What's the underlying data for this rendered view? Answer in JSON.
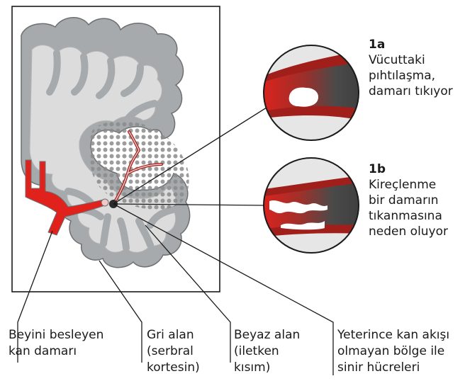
{
  "callouts": [
    {
      "num": "1a",
      "text": "Vücuttaki\npıhtılaşma,\ndamarı tıkıyor"
    },
    {
      "num": "1b",
      "text": "Kireçlenme\nbir damarın\ntıkanmasına\nneden oluyor"
    }
  ],
  "labels": [
    {
      "text": "Beyini besleyen\nkan damarı"
    },
    {
      "text": "Gri alan\n(serbral\nkortesin)"
    },
    {
      "text": "Beyaz alan\n(iletken\nkısım)"
    },
    {
      "text": "Yeterince kan akışı\nolmayan bölge ile\nsinir hücreleri"
    }
  ],
  "colors": {
    "gray_matter": "#a7aaac",
    "white_matter": "#dcdcdc",
    "vessel": "#e1211c",
    "clot_dark": "#4a4a4a",
    "dots": "#8a8a8a"
  },
  "icons": [
    "brain-cross-section",
    "blood-vessel",
    "clot-magnifier",
    "plaque-magnifier"
  ]
}
